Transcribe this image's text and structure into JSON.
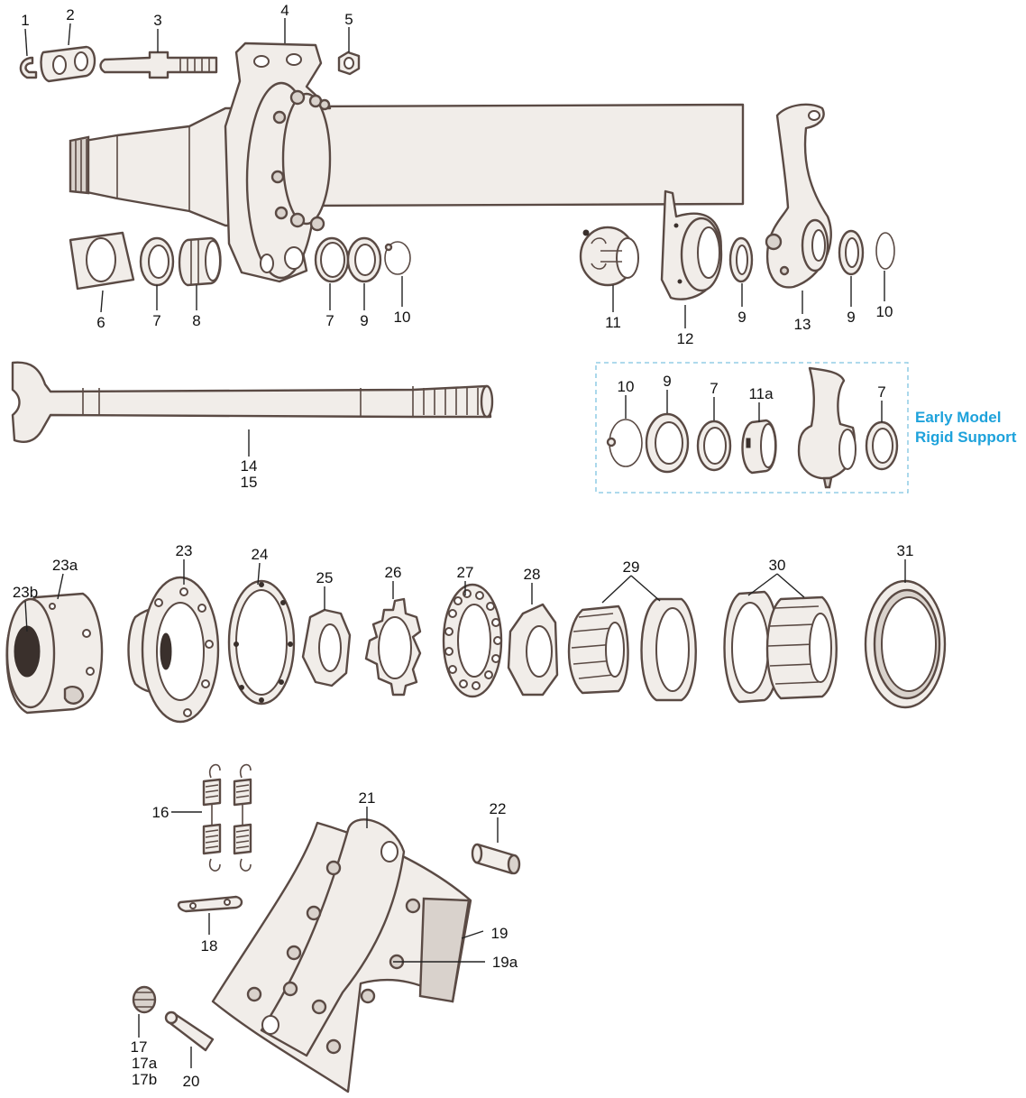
{
  "inset": {
    "title_line1": "Early Model",
    "title_line2": "Rigid Support"
  },
  "accent_color": "#1ea2db",
  "callouts": {
    "c1": "1",
    "c2": "2",
    "c3": "3",
    "c4": "4",
    "c5": "5",
    "c6": "6",
    "c7a": "7",
    "c8": "8",
    "c7b": "7",
    "c9a": "9",
    "c10a": "10",
    "c11": "11",
    "c12": "12",
    "c9b": "9",
    "c13": "13",
    "c9c": "9",
    "c10b": "10",
    "c14": "14",
    "c15": "15",
    "i10": "10",
    "i9": "9",
    "i7a": "7",
    "i11a": "11a",
    "i7b": "7",
    "c23a": "23a",
    "c23b": "23b",
    "c23": "23",
    "c24": "24",
    "c25": "25",
    "c26": "26",
    "c27": "27",
    "c28": "28",
    "c29": "29",
    "c30": "30",
    "c31": "31",
    "c16": "16",
    "c21": "21",
    "c22": "22",
    "c18": "18",
    "c19": "19",
    "c19a": "19a",
    "c17": "17",
    "c17a": "17a",
    "c17b": "17b",
    "c20": "20"
  }
}
